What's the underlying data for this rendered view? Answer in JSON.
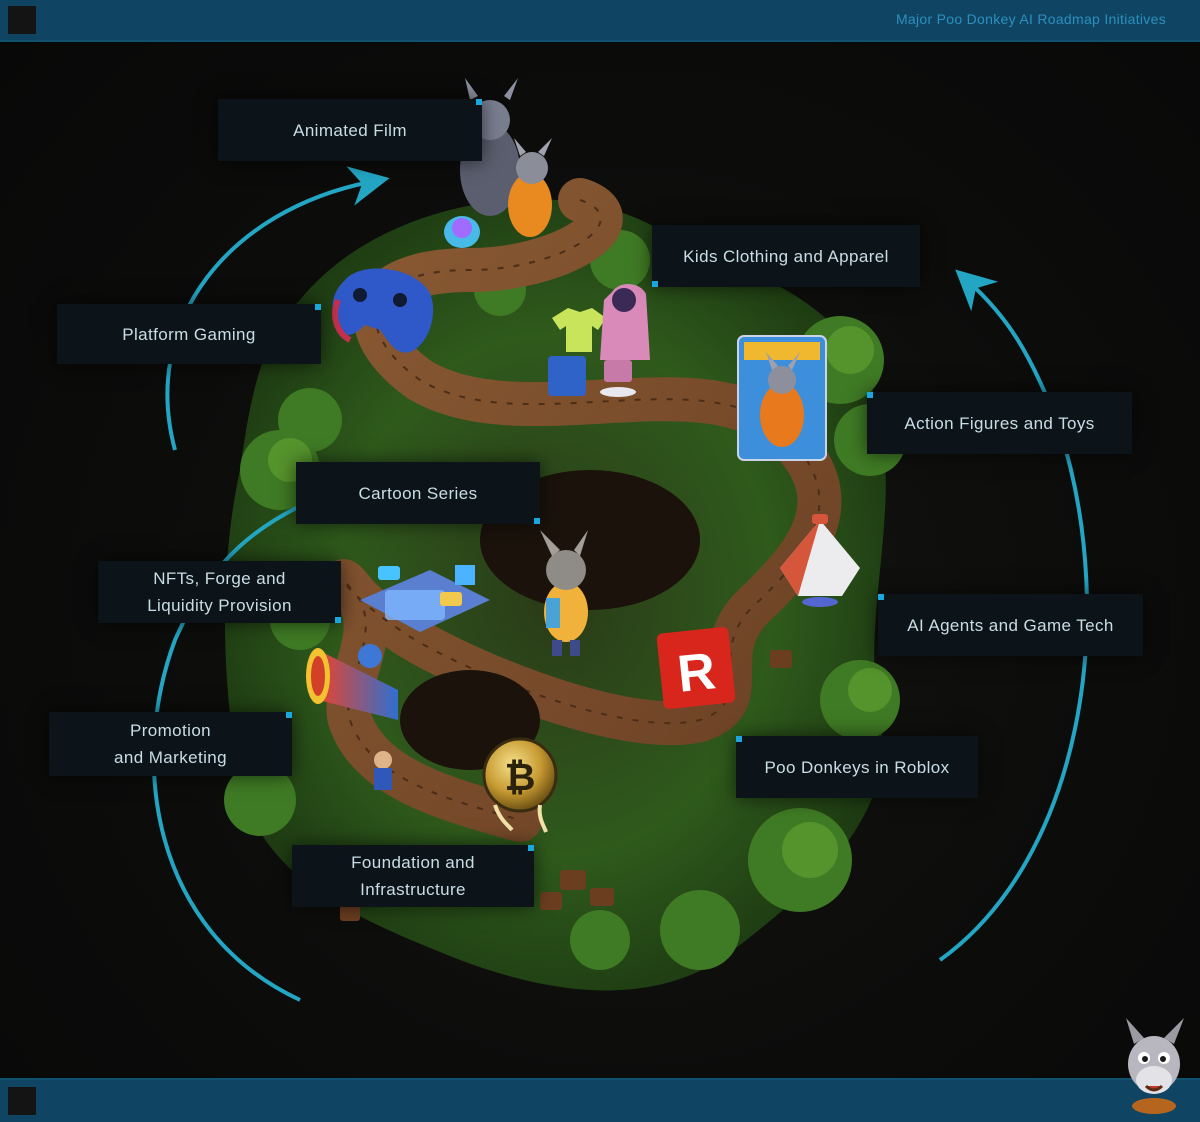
{
  "header": {
    "title": "Major Poo Donkey AI Roadmap Initiatives"
  },
  "roadmap": {
    "items": [
      {
        "id": "animated-film",
        "label": "Animated Film",
        "icon": "film-characters-icon"
      },
      {
        "id": "kids-clothing",
        "label": "Kids Clothing and Apparel",
        "icon": "clothing-icon"
      },
      {
        "id": "platform-gaming",
        "label": "Platform Gaming",
        "icon": "gamepad-icon"
      },
      {
        "id": "action-figures",
        "label": "Action Figures and Toys",
        "icon": "toy-box-icon"
      },
      {
        "id": "cartoon-series",
        "label": "Cartoon Series",
        "icon": "donkey-character-icon"
      },
      {
        "id": "nfts",
        "label": "NFTs, Forge and\nLiquidity Provision",
        "icon": "nft-platform-icon"
      },
      {
        "id": "ai-agents",
        "label": "AI Agents and Game Tech",
        "icon": "robot-pod-icon"
      },
      {
        "id": "promotion",
        "label": "Promotion\nand Marketing",
        "icon": "megaphone-icon"
      },
      {
        "id": "roblox",
        "label": "Poo Donkeys in Roblox",
        "icon": "roblox-logo-icon"
      },
      {
        "id": "foundation",
        "label": "Foundation and\nInfrastructure",
        "icon": "coin-icon"
      }
    ]
  },
  "colors": {
    "bar": "#0f4562",
    "accent": "#1aa7e0",
    "arrow": "#23a6c4",
    "label_bg": "#0c1419",
    "label_text": "#c9dde6"
  },
  "brand": {
    "mascot_icon": "donkey-mascot-icon"
  }
}
